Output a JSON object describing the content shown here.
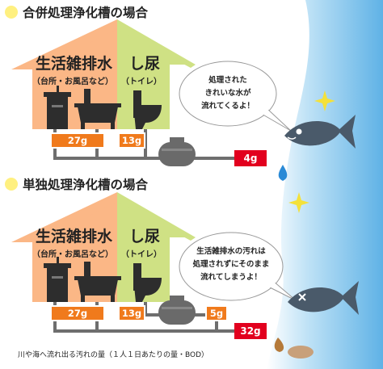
{
  "section1": {
    "heading": "合併処理浄化槽の場合",
    "domestic_label": "生活雑排水",
    "domestic_sub": "（台所・お風呂など）",
    "toilet_label": "し尿",
    "toilet_sub": "（トイレ）",
    "domestic_load": "27g",
    "toilet_load": "13g",
    "outflow_load": "4g",
    "bubble_lines": [
      "処理された",
      "きれいな水が",
      "流れてくるよ！"
    ]
  },
  "section2": {
    "heading": "単独処理浄化槽の場合",
    "domestic_label": "生活雑排水",
    "domestic_sub": "（台所・お風呂など）",
    "toilet_label": "し尿",
    "toilet_sub": "（トイレ）",
    "domestic_load": "27g",
    "toilet_load": "13g",
    "tank_outflow_load": "5g",
    "outflow_load": "32g",
    "bubble_lines": [
      "生活雑排水の汚れは",
      "処理されずにそのまま",
      "流れてしまうよ！"
    ]
  },
  "caption": "川や海へ流れ出る汚れの量（１人１日あたりの量・BOD）",
  "colors": {
    "house_orange": "#fbb786",
    "house_green": "#cfe184",
    "load_box": "#f07a1c",
    "outflow_box": "#e2001e",
    "river": "#9fd3f2",
    "sparkle": "#f4e13a",
    "water_drop": "#2a8ad6"
  }
}
